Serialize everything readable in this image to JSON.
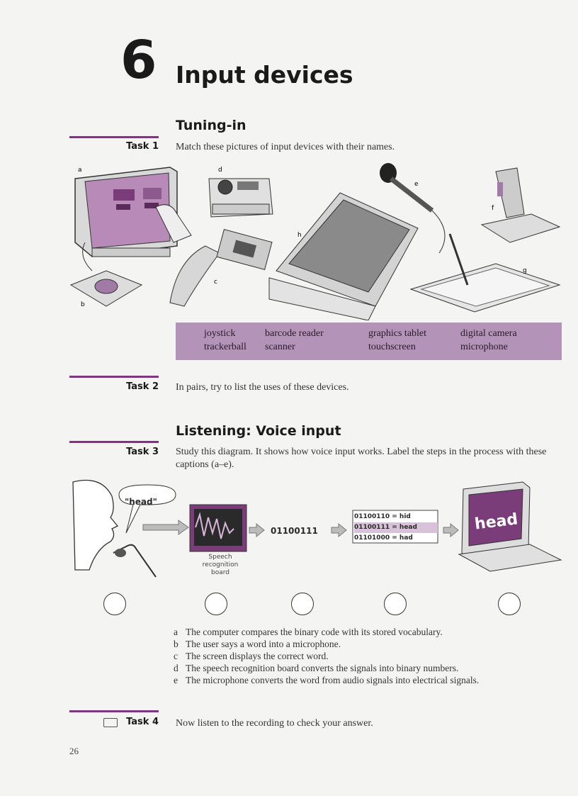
{
  "chapter": {
    "number": "6",
    "title": "Input devices"
  },
  "tuning_in": {
    "heading": "Tuning-in",
    "task1": {
      "label": "Task 1",
      "text": "Match these pictures of input devices with their names."
    },
    "image_letters": [
      "a",
      "b",
      "c",
      "d",
      "e",
      "f",
      "g",
      "h"
    ],
    "word_box": [
      [
        "joystick",
        "barcode reader",
        "graphics tablet",
        "digital camera"
      ],
      [
        "trackerball",
        "scanner",
        "touchscreen",
        "microphone"
      ]
    ],
    "task2": {
      "label": "Task 2",
      "text": "In pairs, try to list the uses of these devices."
    }
  },
  "listening": {
    "heading": "Listening: Voice input",
    "task3": {
      "label": "Task 3",
      "text": "Study this diagram. It shows how voice input works. Label the steps in the process with these captions (a–e)."
    },
    "diagram": {
      "speech_bubble": "\"head\"",
      "board_label": [
        "Speech",
        "recognition",
        "board"
      ],
      "binary": "01100111",
      "table": [
        {
          "code": "01100110",
          "word": "hid"
        },
        {
          "code": "01100111",
          "word": "head"
        },
        {
          "code": "01101000",
          "word": "had"
        }
      ],
      "screen_word": "head"
    },
    "steps": [
      {
        "key": "a",
        "text": "The computer compares the binary code with its stored vocabulary."
      },
      {
        "key": "b",
        "text": "The user says a word into a microphone."
      },
      {
        "key": "c",
        "text": "The screen displays the correct word."
      },
      {
        "key": "d",
        "text": "The speech recognition board converts the signals into binary numbers."
      },
      {
        "key": "e",
        "text": "The microphone converts the word from audio signals into electrical signals."
      }
    ],
    "task4": {
      "label": "Task 4",
      "text": "Now listen to the recording to check your answer."
    }
  },
  "page_number": "26",
  "colors": {
    "accent": "#7b3a7b",
    "box": "#b393b7"
  }
}
